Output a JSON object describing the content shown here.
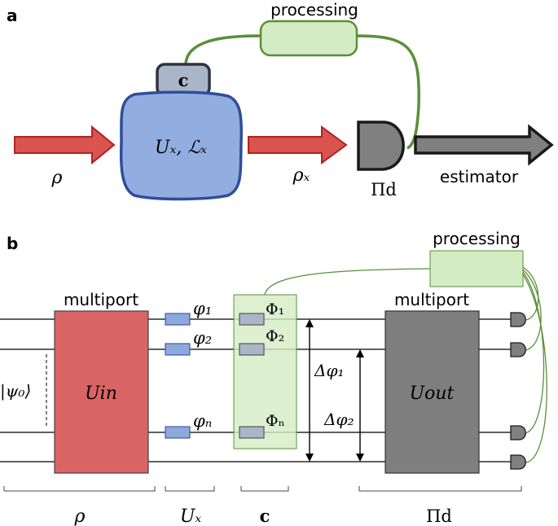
{
  "panel_a": {
    "label": "a",
    "processing": "processing",
    "control": "c",
    "channel": "Uₓ, ℒₓ",
    "input_state": "ρ",
    "output_state": "ρₓ",
    "measurement": "Πd",
    "estimator": "estimator"
  },
  "panel_b": {
    "label": "b",
    "processing": "processing",
    "multiport_in": "multiport",
    "multiport_out": "multiport",
    "U_in": "Uin",
    "U_out": "Uout",
    "initial_state": "|ψ₀⟩",
    "phases": [
      "φ₁",
      "φ₂",
      "φₙ"
    ],
    "controls": [
      "Φ₁",
      "Φ₂",
      "Φₙ"
    ],
    "delta_1": "Δφ₁",
    "delta_2": "Δφ₂",
    "brackets": {
      "rho": "ρ",
      "U": "Uₓ",
      "c": "c",
      "Pi": "Πd"
    }
  },
  "colors": {
    "arrow_red": "#d9534f",
    "channel_blue": "#92aee0",
    "channel_border": "#2f4e9a",
    "control_gray": "#aab6c8",
    "processing_green": "#d4ecc4",
    "wire_green": "#5a8f3a",
    "detector_gray": "#808080",
    "uin_red": "#d96464",
    "uout_gray": "#7f7f7f",
    "phase_blue": "#8fa8dc"
  }
}
